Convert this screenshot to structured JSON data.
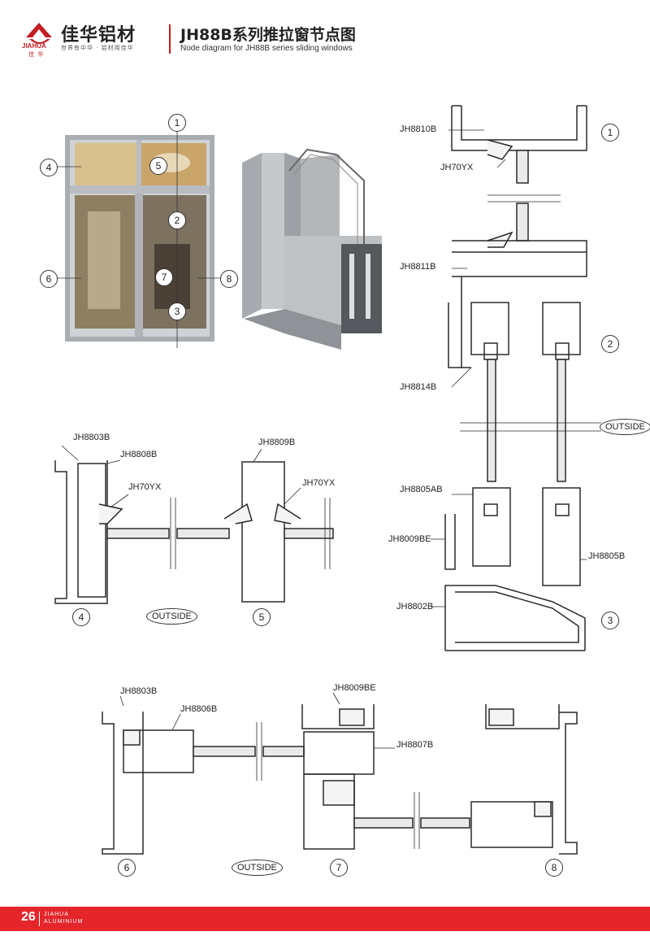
{
  "header": {
    "logo_text": "JIAHUA",
    "brand_cn": "佳华铝材",
    "slogan": "世界有中华 · 铝材用佳华",
    "logo_sub_cn": "佳 华",
    "title_cn": "JH88B系列推拉窗节点图",
    "title_en": "Node diagram for JH88B series sliding windows"
  },
  "markers": [
    "1",
    "2",
    "3",
    "4",
    "5",
    "6",
    "7",
    "8"
  ],
  "parts": {
    "top_frame": "JH8810B",
    "glazing_bead": "JH70YX",
    "mid_frame": "JH8811B",
    "mullion": "JH8814B",
    "sash_a": "JH8805AB",
    "sash_b": "JH8805B",
    "bottom_adapter": "JH8009BE",
    "bottom_frame": "JH8802B",
    "side_frame": "JH8803B",
    "side_sash": "JH8808B",
    "transom": "JH8809B",
    "side_sash_interlock": "JH8806B",
    "interlock": "JH8807B"
  },
  "outside_label": "OUTSIDE",
  "footer": {
    "page_number": "26",
    "brand_en_1": "JIAHUA",
    "brand_en_2": "ALUMINIUM"
  },
  "colors": {
    "brand_red": "#e4262a",
    "profile_stroke": "#2a2a2a",
    "frame_gray": "#b8bcc0"
  }
}
